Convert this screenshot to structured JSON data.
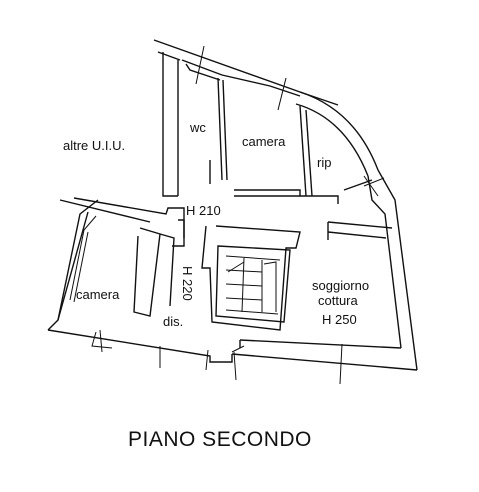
{
  "floor_plan": {
    "title": "PIANO SECONDO",
    "rooms": {
      "neighbor": "altre U.I.U.",
      "wc": "wc",
      "camera_top": "camera",
      "rip": "rip",
      "height_corridor": "H 210",
      "height_disimpegno": "H 220",
      "camera_left": "camera",
      "disimpegno": "dis.",
      "soggiorno": "soggiorno",
      "cottura": "cottura",
      "height_soggiorno": "H 250"
    }
  }
}
